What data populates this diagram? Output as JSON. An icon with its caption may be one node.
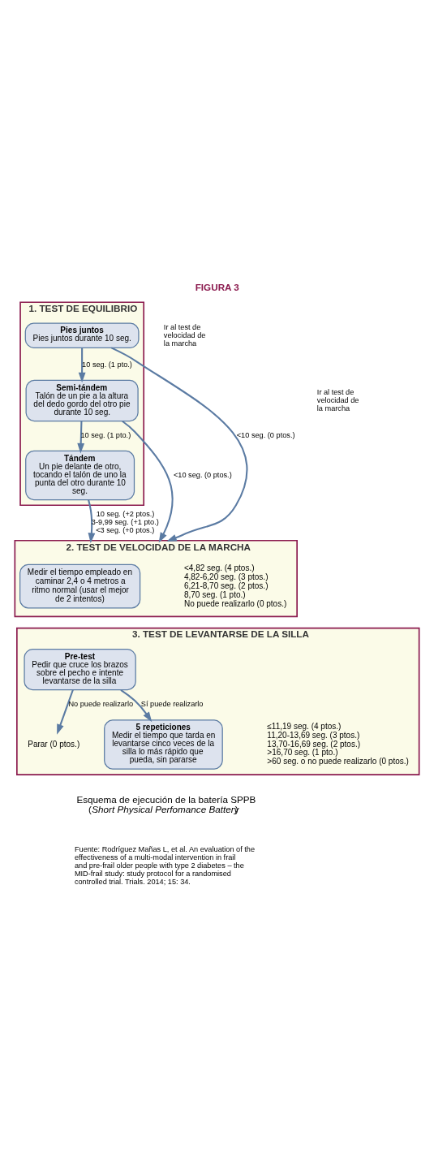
{
  "diagram": {
    "title": "FIGURA 3",
    "caption": "Esquema de ejecución de la batería SPPB (*Short Physical Perfomance Battery*)",
    "nodes": [
      {
        "text": [
          "1. TEST DE EQUILIBRIO"
        ]
      },
      {
        "text": [
          "Pies juntos",
          "Pies juntos durante 10 seg."
        ],
        "in": 0
      },
      {
        "text": [
          "Semi-tándem",
          "Talón de un pie a la altura del dedo gordo del otro pie durante 10 seg."
        ],
        "in": 0
      },
      {
        "text": [
          "Tándem",
          "Un pie delante de otro, tocando el talón de uno la punta del otro durante 10 seg."
        ],
        "in": 0
      },
      {
        "text": [
          "2. TEST DE VELOCIDAD DE LA MARCHA"
        ]
      },
      {
        "text": [
          "Medir el tiempo empleado en caminar 2,4 o 4 metros a ritmo normal (usar el mejor de 2 intentos)"
        ],
        "in": 4,
        "beside": [
          "<4,82 seg. (4 ptos.)",
          "4,82-6,20 seg. (3 ptos.)",
          "6,21-8,70 seg. (2 ptos.)",
          "8,70 seg. (1 pto.)",
          "No puede realizarlo (0 ptos.)"
        ]
      },
      {
        "text": [
          "3. TEST DE LEVANTARSE DE LA SILLA"
        ]
      },
      {
        "text": [
          "Pre-test",
          "Pedir que cruce los brazos sobre el pecho e intente levantarse de la silla"
        ],
        "in": 6
      },
      {
        "text": [
          "Parar (0 ptos.)"
        ],
        "in": 6
      },
      {
        "text": [
          "5 repeticiones",
          "Medir el tiempo que tarda en levantarse cinco veces de la silla lo más rápido que pueda, sin pararse"
        ],
        "in": 6,
        "beside": [
          "≤11,19 seg. (4 ptos.)",
          "11,20-13,69 seg. (3 ptos.)",
          "13,70-16,69 seg. (2 ptos.)",
          ">16,70 seg. (1 pto.)",
          ">60 seg. o no puede realizarlo (0 ptos.)"
        ]
      }
    ],
    "edges": [
      {
        "from": 1,
        "to": 4,
        "arrow": "to",
        "label": "<10 seg. (0 ptos.)"
      },
      {
        "from": 1,
        "to": 2,
        "arrow": "to",
        "label": "10 seg. (1 pto.)"
      },
      {
        "from": 2,
        "to": 4,
        "arrow": "to",
        "label": "<10 seg. (0 ptos.)"
      },
      {
        "from": 2,
        "to": 3,
        "arrow": "to",
        "label": "10 seg. (1 pto.)"
      },
      {
        "from": 3,
        "to": 4,
        "arrow": "to",
        "label": "10 seg. (+2 ptos.) 3-9,99 seg. (+1 pto.) <3 seg. (+0 ptos.)"
      },
      {
        "from": 7,
        "to": 8,
        "arrow": "to",
        "label": "No puede realizarlo"
      },
      {
        "from": 7,
        "to": 9,
        "arrow": "to",
        "label": "Sí puede realizarlo"
      }
    ],
    "labels": [
      "Ir al test de velocidad de la marcha",
      "Ir al test de velocidad de la marcha",
      "Fuente: Rodríguez Mañas L, et al. An evaluation of the effectiveness of a multi-modal intervention in frail and pre-frail older people with type 2 diabetes – the MID-frail study: study protocol for a randomised controlled trial. Trials. 2014; 15: 34."
    ]
  }
}
